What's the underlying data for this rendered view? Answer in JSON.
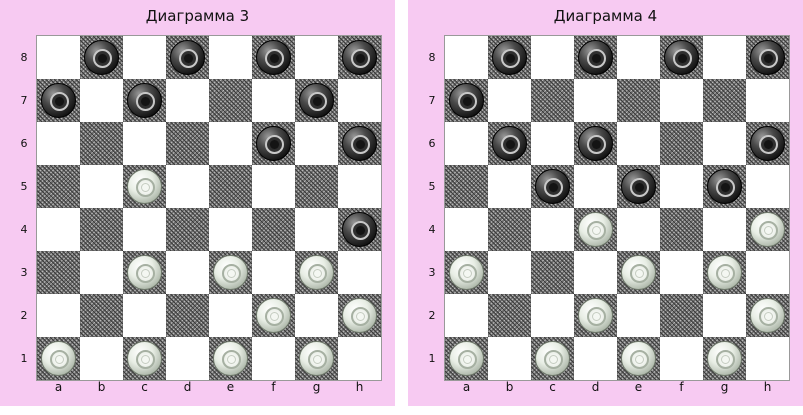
{
  "files": [
    "a",
    "b",
    "c",
    "d",
    "e",
    "f",
    "g",
    "h"
  ],
  "ranks": [
    "8",
    "7",
    "6",
    "5",
    "4",
    "3",
    "2",
    "1"
  ],
  "colors": {
    "background": "#f7caf2",
    "light_square": "#ffffff",
    "dark_square": "#6e6e6e",
    "black_piece": "#1a1a1a",
    "white_piece": "#e8eee5"
  },
  "diagrams": [
    {
      "title": "Диаграмма 3",
      "black": [
        "b8",
        "d8",
        "f8",
        "h8",
        "a7",
        "c7",
        "g7",
        "f6",
        "h6",
        "h4"
      ],
      "white": [
        "c5",
        "c3",
        "e3",
        "g3",
        "f2",
        "h2",
        "a1",
        "c1",
        "e1",
        "g1"
      ]
    },
    {
      "title": "Диаграмма 4",
      "black": [
        "b8",
        "d8",
        "f8",
        "h8",
        "a7",
        "b6",
        "d6",
        "h6",
        "c5",
        "e5",
        "g5"
      ],
      "white": [
        "d4",
        "h4",
        "a3",
        "e3",
        "g3",
        "d2",
        "h2",
        "a1",
        "c1",
        "e1",
        "g1"
      ]
    }
  ]
}
